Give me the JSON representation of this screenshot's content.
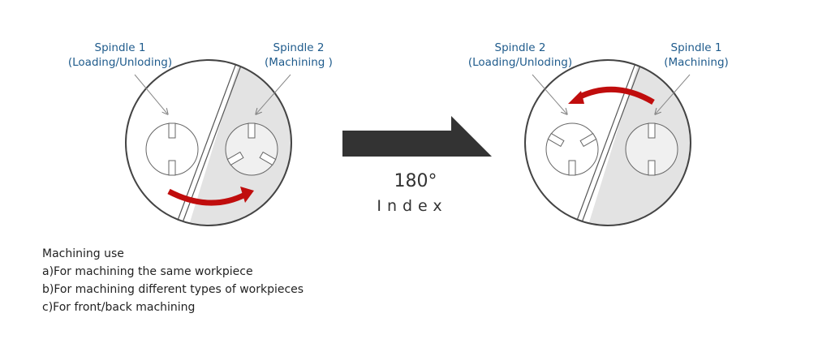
{
  "before": {
    "spindle_left": {
      "name": "Spindle 1",
      "role": "(Loading/Unloding)"
    },
    "spindle_right": {
      "name": "Spindle 2",
      "role": "(Machining )"
    }
  },
  "index": {
    "angle": "180°",
    "label": "Index"
  },
  "after": {
    "spindle_left": {
      "name": "Spindle 2",
      "role": "(Loading/Unloding)"
    },
    "spindle_right": {
      "name": "Spindle 1",
      "role": "(Machining)"
    }
  },
  "notes": {
    "title": "Machining use",
    "items": [
      "a)For machining the same workpiece",
      "b)For machining different types of workpieces",
      "c)For front/back machining"
    ]
  },
  "colors": {
    "label": "#1f5b8c",
    "arrow_red": "#c00d0d",
    "shade": "#e3e3e3",
    "big_arrow": "#333333"
  }
}
